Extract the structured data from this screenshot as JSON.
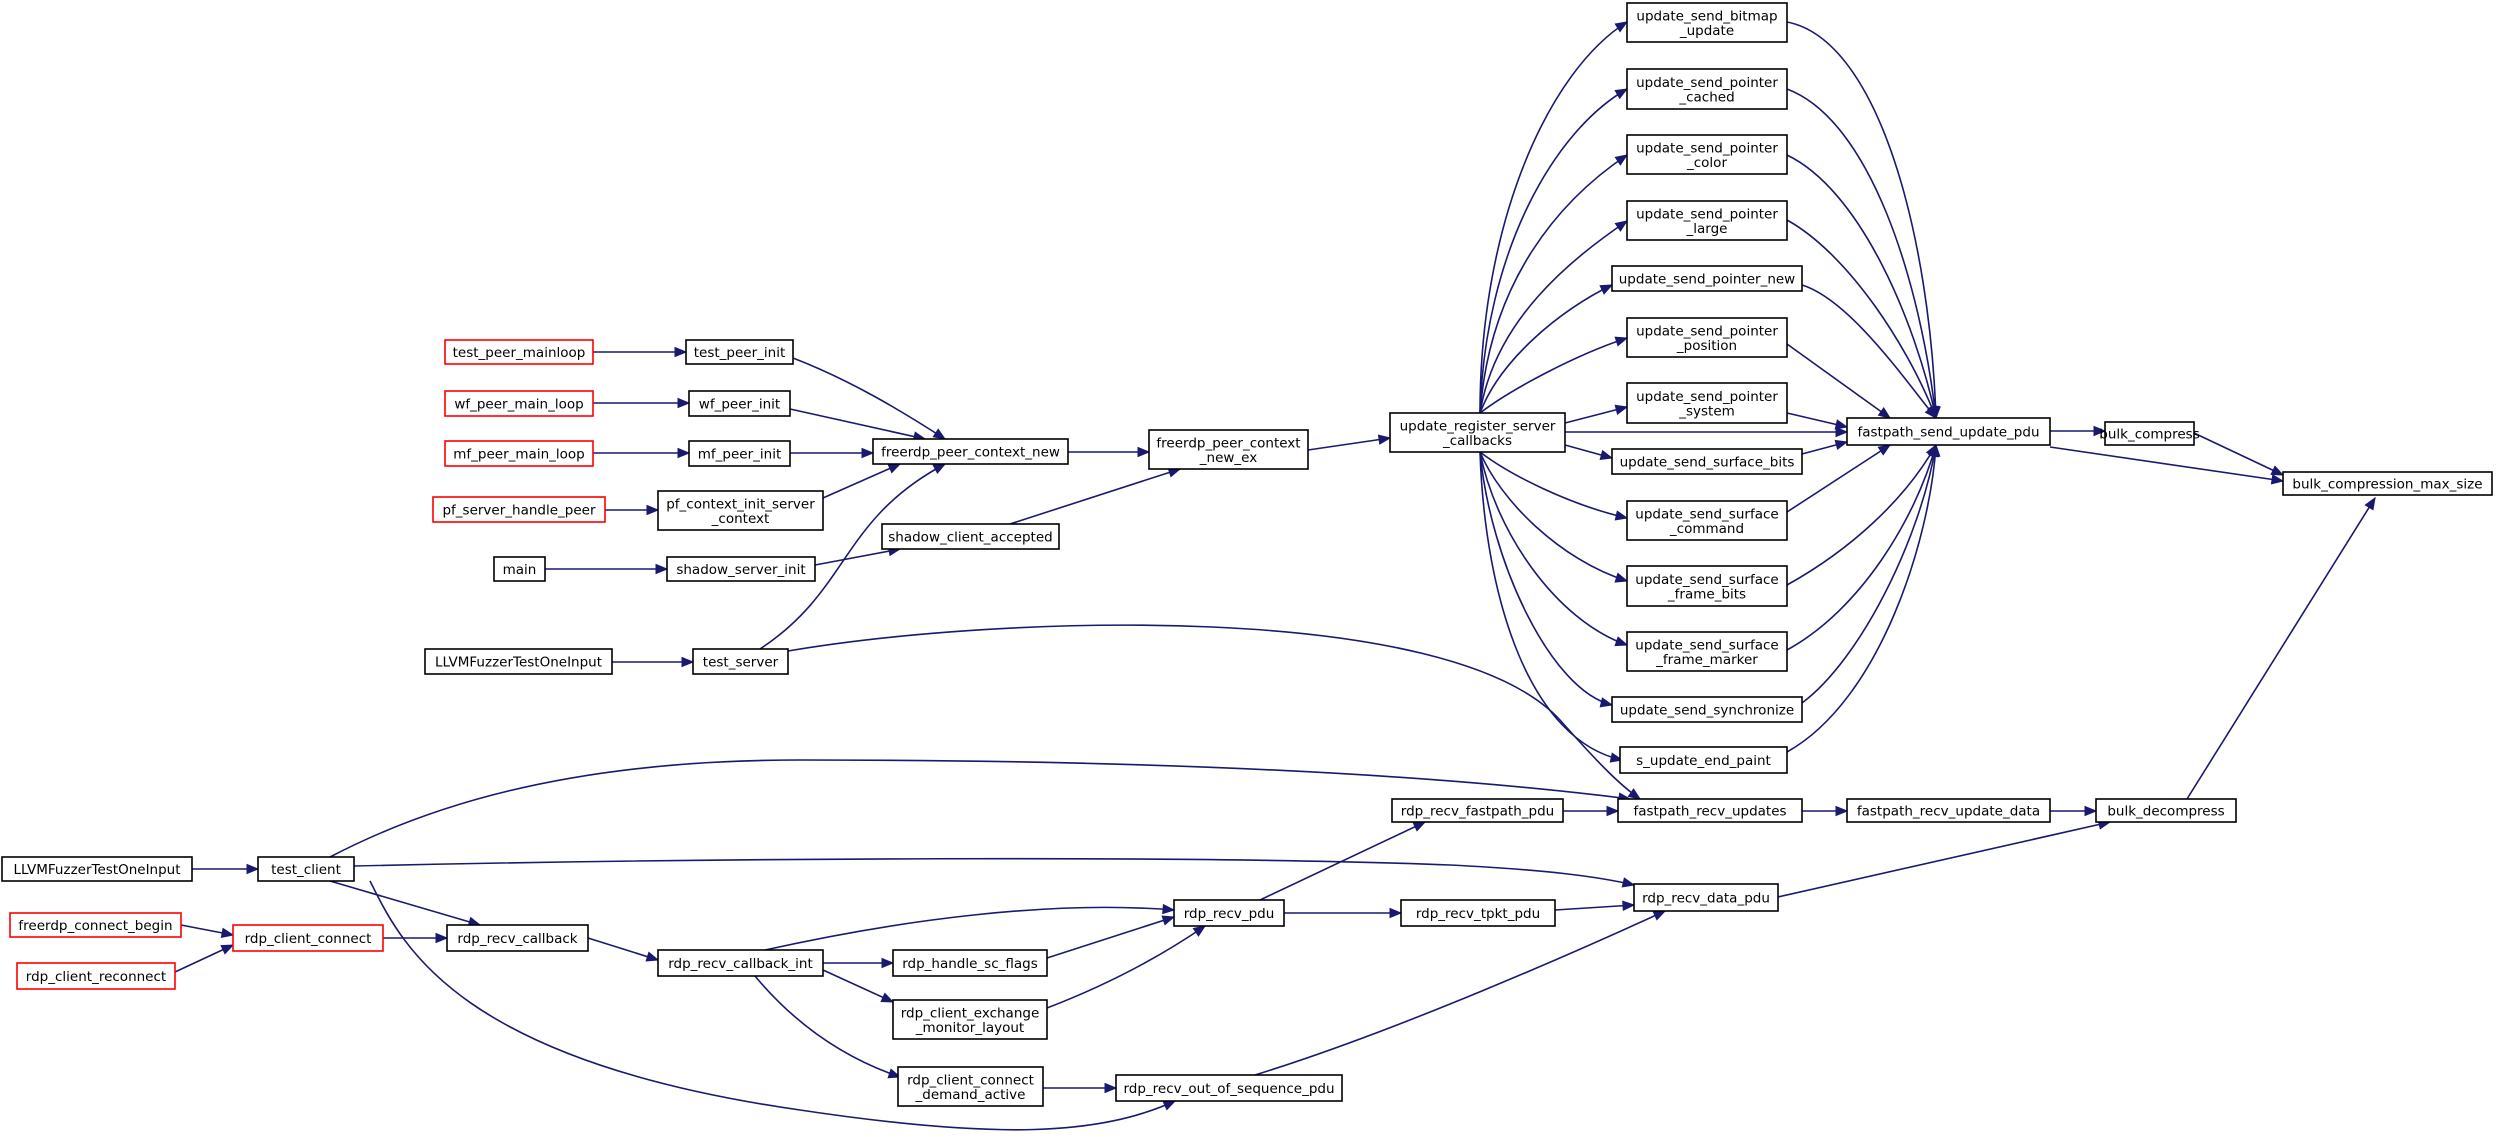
{
  "graph": {
    "colors": {
      "edge": "#191970",
      "node_border": "#000000",
      "truncated_border": "#ff0000",
      "highlight_fill": "#bfbfbf"
    },
    "nodes": [
      {
        "id": "bcms",
        "lines": [
          "bulk_compression_max_size"
        ],
        "style": "highlight"
      },
      {
        "id": "bc",
        "lines": [
          "bulk_compress"
        ]
      },
      {
        "id": "bd",
        "lines": [
          "bulk_decompress"
        ]
      },
      {
        "id": "fsup",
        "lines": [
          "fastpath_send_update_pdu"
        ]
      },
      {
        "id": "frud",
        "lines": [
          "fastpath_recv_update_data"
        ]
      },
      {
        "id": "fru",
        "lines": [
          "fastpath_recv_updates"
        ]
      },
      {
        "id": "rrdp",
        "lines": [
          "rdp_recv_data_pdu"
        ]
      },
      {
        "id": "rrfp",
        "lines": [
          "rdp_recv_fastpath_pdu"
        ]
      },
      {
        "id": "rrtp",
        "lines": [
          "rdp_recv_tpkt_pdu"
        ]
      },
      {
        "id": "rroos",
        "lines": [
          "rdp_recv_out_of_sequence_pdu"
        ]
      },
      {
        "id": "rrp",
        "lines": [
          "rdp_recv_pdu"
        ]
      },
      {
        "id": "rhsf",
        "lines": [
          "rdp_handle_sc_flags"
        ]
      },
      {
        "id": "rcem",
        "lines": [
          "rdp_client_exchange",
          "_monitor_layout"
        ]
      },
      {
        "id": "rccda",
        "lines": [
          "rdp_client_connect",
          "_demand_active"
        ]
      },
      {
        "id": "rrci",
        "lines": [
          "rdp_recv_callback_int"
        ]
      },
      {
        "id": "rrc",
        "lines": [
          "rdp_recv_callback"
        ]
      },
      {
        "id": "rcc",
        "lines": [
          "rdp_client_connect"
        ],
        "style": "truncated"
      },
      {
        "id": "fcb",
        "lines": [
          "freerdp_connect_begin"
        ],
        "style": "truncated"
      },
      {
        "id": "rcr",
        "lines": [
          "rdp_client_reconnect"
        ],
        "style": "truncated"
      },
      {
        "id": "tc",
        "lines": [
          "test_client"
        ]
      },
      {
        "id": "llvm1",
        "lines": [
          "LLVMFuzzerTestOneInput"
        ]
      },
      {
        "id": "ubu",
        "lines": [
          "update_send_bitmap",
          "_update"
        ]
      },
      {
        "id": "upc",
        "lines": [
          "update_send_pointer",
          "_cached"
        ]
      },
      {
        "id": "upcol",
        "lines": [
          "update_send_pointer",
          "_color"
        ]
      },
      {
        "id": "upl",
        "lines": [
          "update_send_pointer",
          "_large"
        ]
      },
      {
        "id": "upn",
        "lines": [
          "update_send_pointer_new"
        ]
      },
      {
        "id": "upp",
        "lines": [
          "update_send_pointer",
          "_position"
        ]
      },
      {
        "id": "ups",
        "lines": [
          "update_send_pointer",
          "_system"
        ]
      },
      {
        "id": "usb",
        "lines": [
          "update_send_surface_bits"
        ]
      },
      {
        "id": "usc",
        "lines": [
          "update_send_surface",
          "_command"
        ]
      },
      {
        "id": "usfb",
        "lines": [
          "update_send_surface",
          "_frame_bits"
        ]
      },
      {
        "id": "usfm",
        "lines": [
          "update_send_surface",
          "_frame_marker"
        ]
      },
      {
        "id": "uss",
        "lines": [
          "update_send_synchronize"
        ]
      },
      {
        "id": "suep",
        "lines": [
          "s_update_end_paint"
        ]
      },
      {
        "id": "ursc",
        "lines": [
          "update_register_server",
          "_callbacks"
        ]
      },
      {
        "id": "fpcne",
        "lines": [
          "freerdp_peer_context",
          "_new_ex"
        ]
      },
      {
        "id": "fpcn",
        "lines": [
          "freerdp_peer_context_new"
        ]
      },
      {
        "id": "sca",
        "lines": [
          "shadow_client_accepted"
        ]
      },
      {
        "id": "tpi",
        "lines": [
          "test_peer_init"
        ]
      },
      {
        "id": "wpi",
        "lines": [
          "wf_peer_init"
        ]
      },
      {
        "id": "mpi",
        "lines": [
          "mf_peer_init"
        ]
      },
      {
        "id": "pcis",
        "lines": [
          "pf_context_init_server",
          "_context"
        ]
      },
      {
        "id": "ssi",
        "lines": [
          "shadow_server_init"
        ]
      },
      {
        "id": "ts",
        "lines": [
          "test_server"
        ]
      },
      {
        "id": "tpm",
        "lines": [
          "test_peer_mainloop"
        ],
        "style": "truncated"
      },
      {
        "id": "wpml",
        "lines": [
          "wf_peer_main_loop"
        ],
        "style": "truncated"
      },
      {
        "id": "mpml",
        "lines": [
          "mf_peer_main_loop"
        ],
        "style": "truncated"
      },
      {
        "id": "pshp",
        "lines": [
          "pf_server_handle_peer"
        ],
        "style": "truncated"
      },
      {
        "id": "main",
        "lines": [
          "main"
        ]
      },
      {
        "id": "llvm2",
        "lines": [
          "LLVMFuzzerTestOneInput"
        ]
      }
    ],
    "edges": [
      {
        "from": "bc",
        "to": "bcms"
      },
      {
        "from": "fsup",
        "to": "bcms"
      },
      {
        "from": "bd",
        "to": "bcms"
      },
      {
        "from": "fsup",
        "to": "bc"
      },
      {
        "from": "frud",
        "to": "bd"
      },
      {
        "from": "rrdp",
        "to": "bd"
      },
      {
        "from": "ubu",
        "to": "fsup"
      },
      {
        "from": "upc",
        "to": "fsup"
      },
      {
        "from": "upcol",
        "to": "fsup"
      },
      {
        "from": "upl",
        "to": "fsup"
      },
      {
        "from": "upn",
        "to": "fsup"
      },
      {
        "from": "upp",
        "to": "fsup"
      },
      {
        "from": "ups",
        "to": "fsup"
      },
      {
        "from": "ursc",
        "to": "fsup"
      },
      {
        "from": "usb",
        "to": "fsup"
      },
      {
        "from": "usc",
        "to": "fsup"
      },
      {
        "from": "usfb",
        "to": "fsup"
      },
      {
        "from": "usfm",
        "to": "fsup"
      },
      {
        "from": "uss",
        "to": "fsup"
      },
      {
        "from": "suep",
        "to": "fsup"
      },
      {
        "from": "fru",
        "to": "frud"
      },
      {
        "from": "rrfp",
        "to": "fru"
      },
      {
        "from": "ts",
        "to": "fru"
      },
      {
        "from": "tc",
        "to": "fru"
      },
      {
        "from": "rrtp",
        "to": "rrdp"
      },
      {
        "from": "rroos",
        "to": "rrdp"
      },
      {
        "from": "tc",
        "to": "rrdp"
      },
      {
        "from": "rrp",
        "to": "rrfp"
      },
      {
        "from": "rrp",
        "to": "rrtp"
      },
      {
        "from": "rccda",
        "to": "rroos"
      },
      {
        "from": "tc",
        "to": "rroos"
      },
      {
        "from": "rhsf",
        "to": "rrp"
      },
      {
        "from": "rcem",
        "to": "rrp"
      },
      {
        "from": "rrci",
        "to": "rrp"
      },
      {
        "from": "rrci",
        "to": "rhsf"
      },
      {
        "from": "rrci",
        "to": "rcem"
      },
      {
        "from": "rrci",
        "to": "rccda"
      },
      {
        "from": "rrc",
        "to": "rrci"
      },
      {
        "from": "rcc",
        "to": "rrc"
      },
      {
        "from": "tc",
        "to": "rrc"
      },
      {
        "from": "fcb",
        "to": "rcc"
      },
      {
        "from": "rcr",
        "to": "rcc"
      },
      {
        "from": "llvm1",
        "to": "tc"
      },
      {
        "from": "ursc",
        "to": "ubu"
      },
      {
        "from": "ursc",
        "to": "upc"
      },
      {
        "from": "ursc",
        "to": "upcol"
      },
      {
        "from": "ursc",
        "to": "upl"
      },
      {
        "from": "ursc",
        "to": "upn"
      },
      {
        "from": "ursc",
        "to": "upp"
      },
      {
        "from": "ursc",
        "to": "ups"
      },
      {
        "from": "ursc",
        "to": "usb"
      },
      {
        "from": "ursc",
        "to": "usc"
      },
      {
        "from": "ursc",
        "to": "usfb"
      },
      {
        "from": "ursc",
        "to": "usfm"
      },
      {
        "from": "ursc",
        "to": "uss"
      },
      {
        "from": "ursc",
        "to": "suep"
      },
      {
        "from": "fpcne",
        "to": "ursc"
      },
      {
        "from": "fpcn",
        "to": "fpcne"
      },
      {
        "from": "sca",
        "to": "fpcne"
      },
      {
        "from": "tpi",
        "to": "fpcn"
      },
      {
        "from": "wpi",
        "to": "fpcn"
      },
      {
        "from": "mpi",
        "to": "fpcn"
      },
      {
        "from": "pcis",
        "to": "fpcn"
      },
      {
        "from": "ts",
        "to": "fpcn"
      },
      {
        "from": "ssi",
        "to": "sca"
      },
      {
        "from": "tpm",
        "to": "tpi"
      },
      {
        "from": "wpml",
        "to": "wpi"
      },
      {
        "from": "mpml",
        "to": "mpi"
      },
      {
        "from": "pshp",
        "to": "pcis"
      },
      {
        "from": "main",
        "to": "ssi"
      },
      {
        "from": "llvm2",
        "to": "ts"
      }
    ]
  }
}
